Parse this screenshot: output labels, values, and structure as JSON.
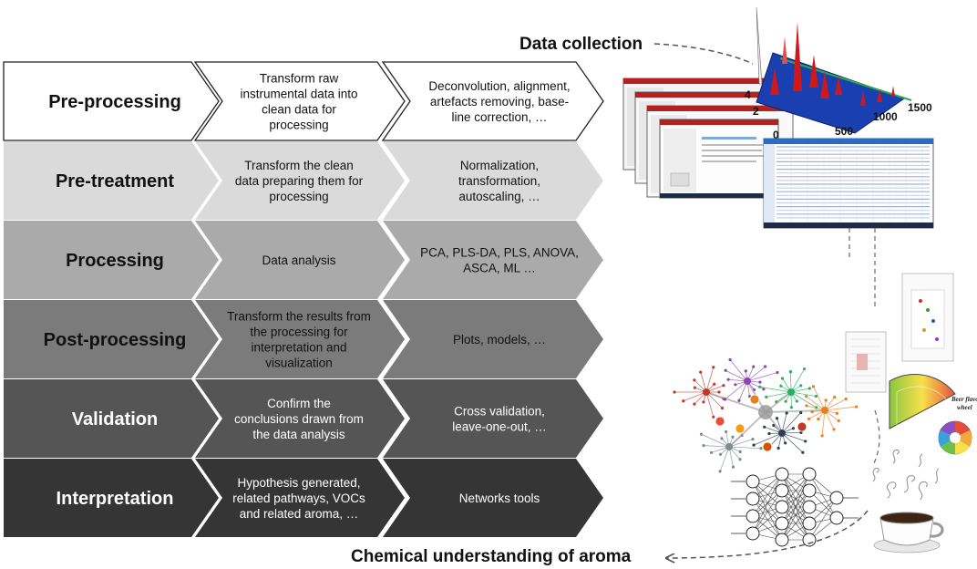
{
  "callouts": {
    "data_collection": "Data collection",
    "chemical_understanding": "Chemical understanding of aroma"
  },
  "stages": [
    {
      "title": "Pre-processing",
      "description": [
        "Transform raw",
        "instrumental data into",
        "clean data for",
        "processing"
      ],
      "examples": [
        "Deconvolution, alignment,",
        "artefacts removing, base-",
        "line correction, …"
      ],
      "fill": "#ffffff",
      "text_color": "#111111"
    },
    {
      "title": "Pre-treatment",
      "description": [
        "Transform the clean",
        "data preparing them for",
        "processing"
      ],
      "examples": [
        "Normalization,",
        "transformation,",
        "autoscaling, …"
      ],
      "fill": "#dadada",
      "text_color": "#111111"
    },
    {
      "title": "Processing",
      "description": [
        "Data analysis"
      ],
      "examples": [
        "PCA, PLS-DA, PLS, ANOVA,",
        "ASCA, ML …"
      ],
      "fill": "#aaaaaa",
      "text_color": "#111111"
    },
    {
      "title": "Post-processing",
      "description": [
        "Transform the results from",
        "the processing for",
        "interpretation and",
        "visualization"
      ],
      "examples": [
        "Plots, models, …"
      ],
      "fill": "#7b7b7b",
      "text_color": "#111111"
    },
    {
      "title": "Validation",
      "description": [
        "Confirm the",
        "conclusions drawn from",
        "the data analysis"
      ],
      "examples": [
        "Cross validation,",
        "leave-one-out, …"
      ],
      "fill": "#555555",
      "text_color": "#ffffff"
    },
    {
      "title": "Interpretation",
      "description": [
        "Hypothesis generated,",
        "related pathways, VOCs",
        "and related aroma, …"
      ],
      "examples": [
        "Networks tools"
      ],
      "fill": "#353535",
      "text_color": "#ffffff"
    }
  ],
  "chromatogram_axis": {
    "y_ticks": [
      "4",
      "2",
      "0"
    ],
    "x_ticks": [
      "500",
      "1000",
      "1500"
    ]
  },
  "flavor_wheel_label": [
    "Beer flavor",
    "wheel"
  ],
  "colors": {
    "plot_surface": "#1a3fb0",
    "peaks": "#d01818",
    "connector": "#555555",
    "outline": "#222222"
  }
}
